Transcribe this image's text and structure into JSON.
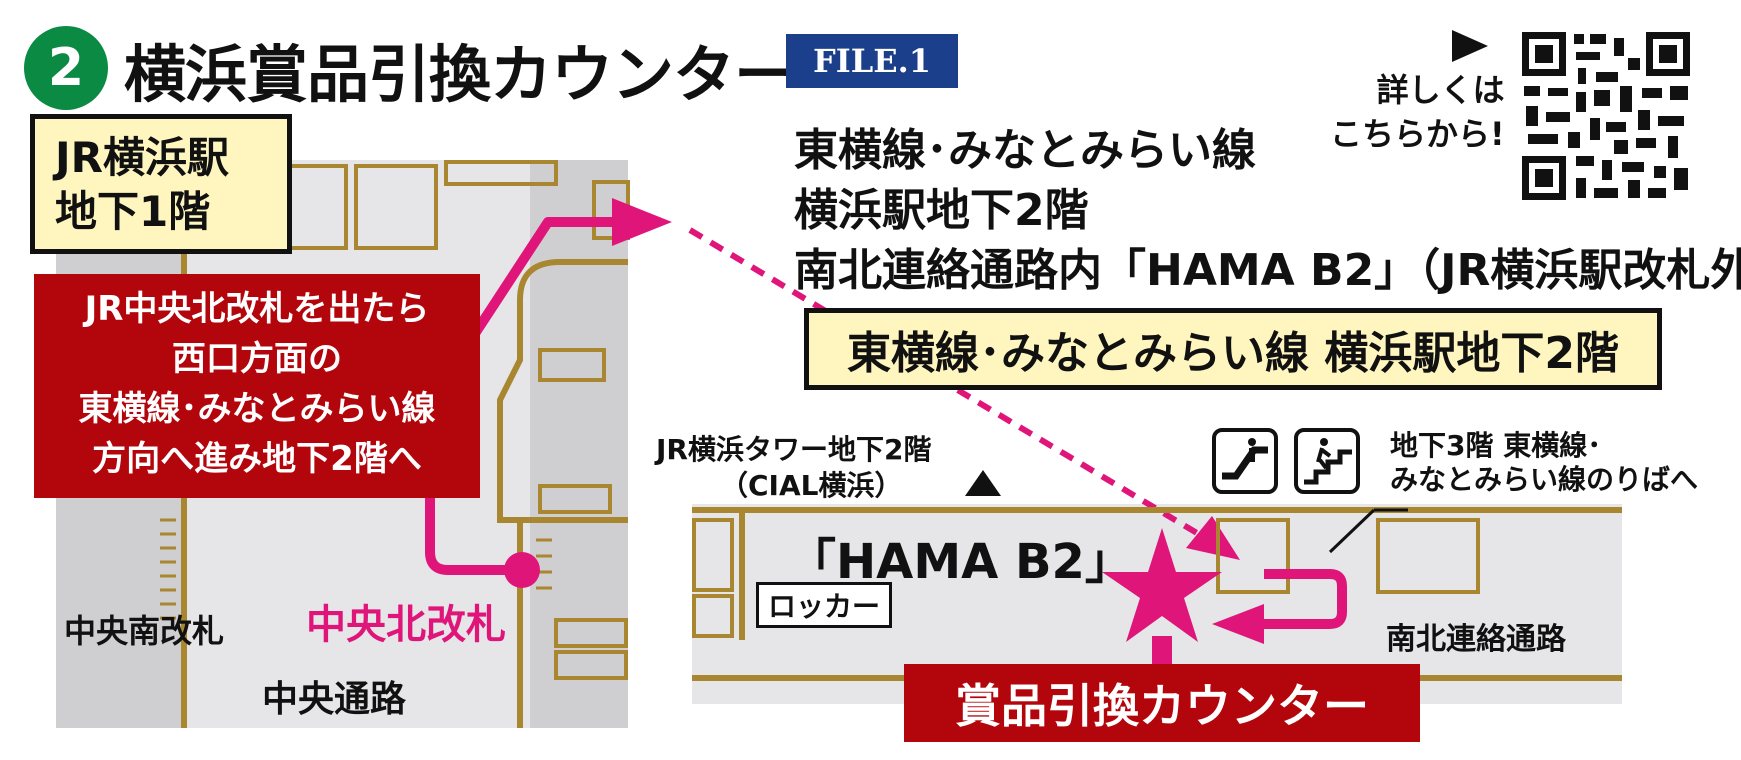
{
  "header": {
    "number": "2",
    "title": "横浜賞品引換カウンター",
    "file_badge": "FILE.1"
  },
  "qr": {
    "label_line1": "詳しくは",
    "label_line2": "こちらから!"
  },
  "address": {
    "line1": "東横線･みなとみらい線",
    "line2": "横浜駅地下2階",
    "line3": "南北連絡通路内「HAMA B2」（JR横浜駅改札外）"
  },
  "left_map": {
    "floor_line1": "JR横浜駅",
    "floor_line2": "地下1階",
    "directions": [
      "JR中央北改札を出たら",
      "西口方面の",
      "東横線･みなとみらい線",
      "方向へ進み地下2階へ"
    ],
    "labels": {
      "central_south_gate": "中央南改札",
      "central_north_gate": "中央北改札",
      "central_passage": "中央通路"
    }
  },
  "right_map": {
    "floor_label": "東横線･みなとみらい線 横浜駅地下2階",
    "tower_line1": "JR横浜タワー地下2階",
    "tower_line2": "（CIAL横浜）",
    "hama_b2": "「HAMA B2」",
    "locker": "ロッカー",
    "platform_line1": "地下3階 東横線･",
    "platform_line2": "みなとみらい線のりばへ",
    "passage": "南北連絡通路",
    "counter": "賞品引換カウンター"
  },
  "colors": {
    "green": "#0a8a43",
    "navy": "#1c3f8c",
    "red": "#b3060c",
    "magenta": "#e0157a",
    "gold": "#a88730",
    "cream": "#fff6bf",
    "floor_gray": "#e6e6e8"
  }
}
